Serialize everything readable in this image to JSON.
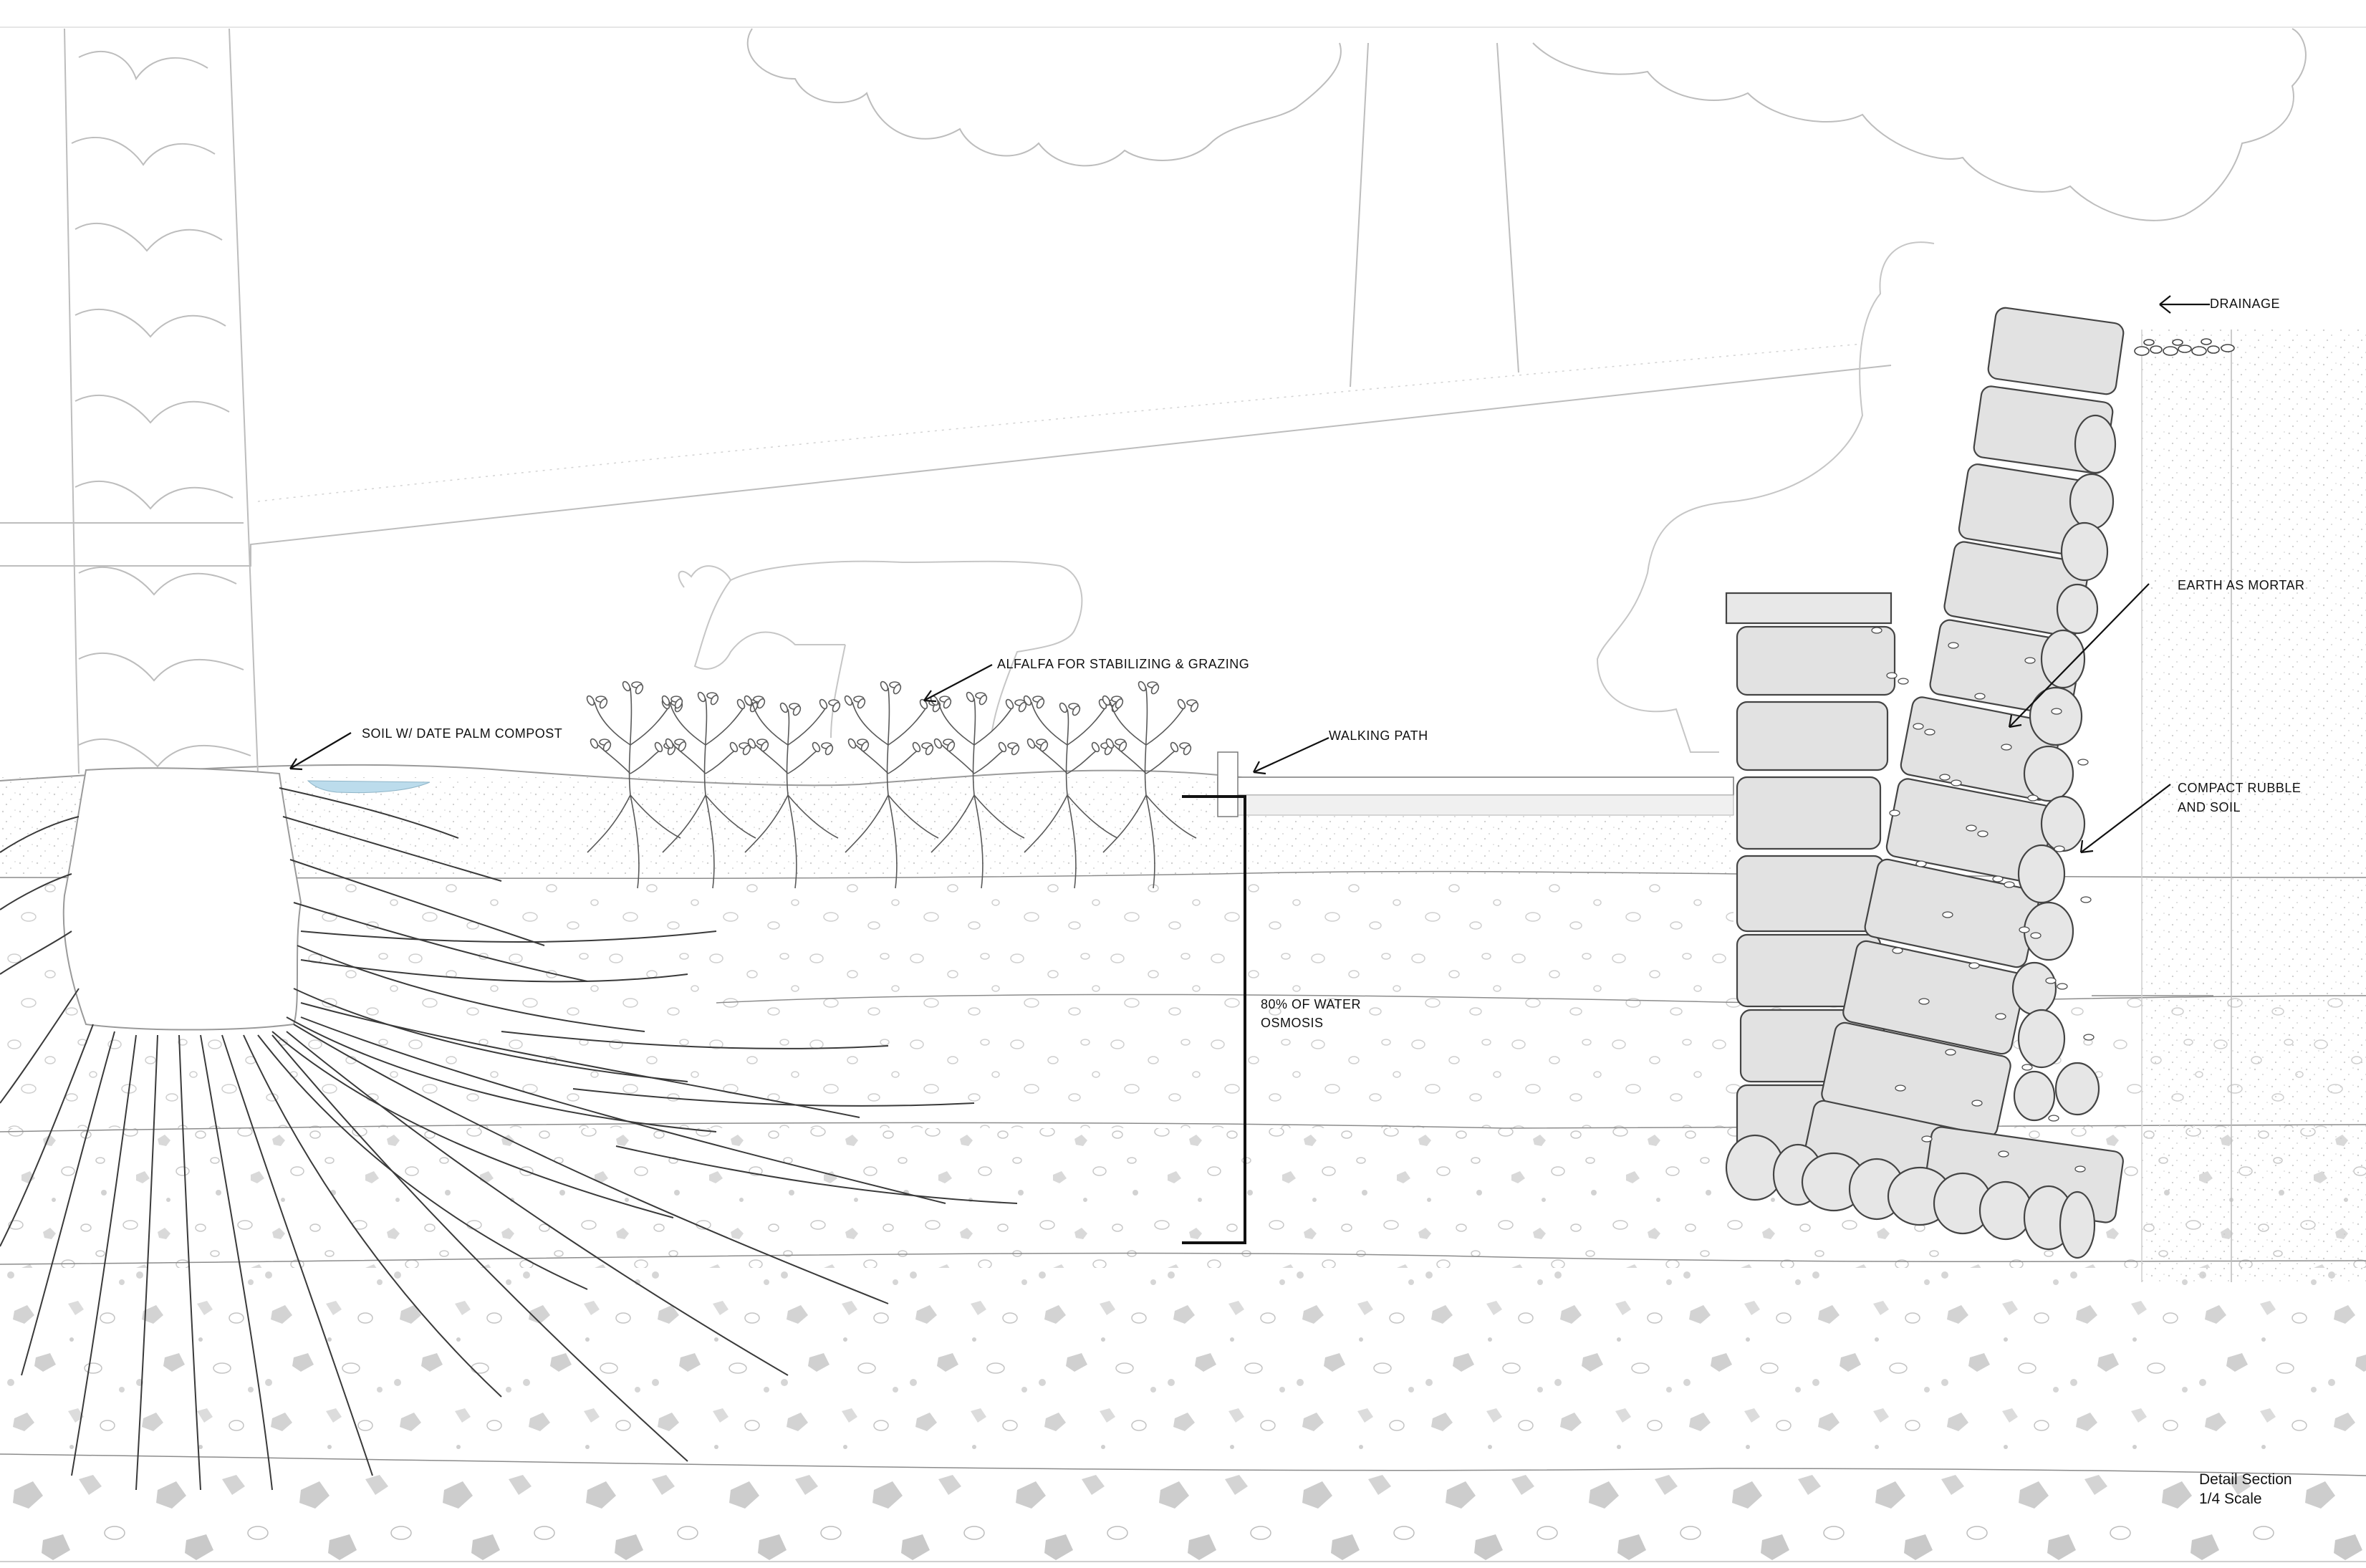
{
  "labels": {
    "drainage": "DRAINAGE",
    "earth_as_mortar": "EARTH AS MORTAR",
    "compact_rubble_1": "COMPACT RUBBLE",
    "compact_rubble_2": "AND SOIL",
    "alfalfa": "ALFALFA FOR STABILIZING & GRAZING",
    "soil_compost": "SOIL W/ DATE PALM COMPOST",
    "walking_path": "WALKING PATH",
    "water_1": "80% OF WATER",
    "water_2": "OSMOSIS"
  },
  "title": {
    "line1": "Detail Section",
    "line2": "1/4 Scale"
  },
  "colors": {
    "ink": "#111111",
    "faint_line": "#bdbdbd",
    "stone_fill": "#e2e2e2",
    "stone_stroke": "#444444",
    "water_fill": "#bcdcec",
    "aggregate": "#d6d6d6"
  }
}
